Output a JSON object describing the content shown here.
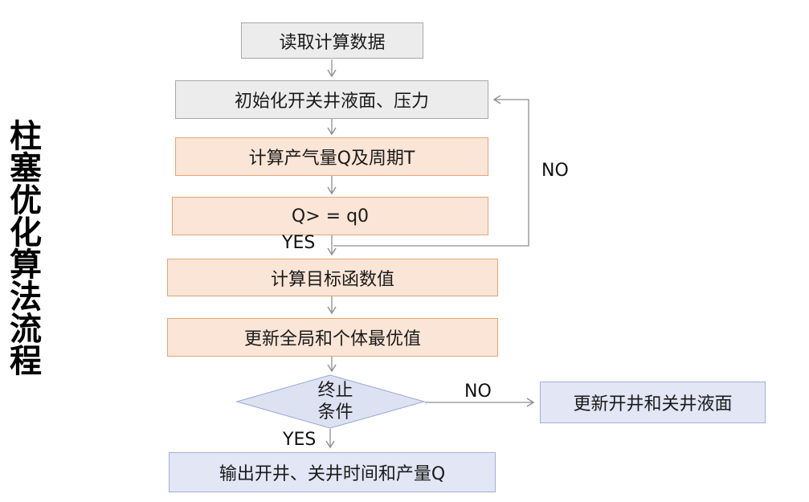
{
  "title": "柱塞优化算法流程",
  "nodes": {
    "read_data": "读取计算数据",
    "init_wells": "初始化开关井液面、压力",
    "calc_gas": "计算产气量Q及周期T",
    "check_q": "Q> = q0",
    "calc_objective": "计算目标函数值",
    "update_best": "更新全局和个体最优值",
    "terminate_line1": "终止",
    "terminate_line2": "条件",
    "update_liquid": "更新开井和关井液面",
    "output": "输出开井、关井时间和产量Q"
  },
  "edge_labels": {
    "q_yes": "YES",
    "q_no": "NO",
    "terminate_no": "NO",
    "terminate_yes": "YES"
  },
  "colors": {
    "gray_fill": "#ececec",
    "gray_border": "#a8a8a8",
    "orange_fill": "#fbe5d6",
    "orange_border": "#e8a378",
    "blue_fill": "#e2e6f5",
    "blue_border": "#a2b0da",
    "diamond_fill": "#dde2f3",
    "diamond_border": "#97a6d2",
    "connector": "#8f8f8f",
    "text": "#1a1a1a"
  }
}
